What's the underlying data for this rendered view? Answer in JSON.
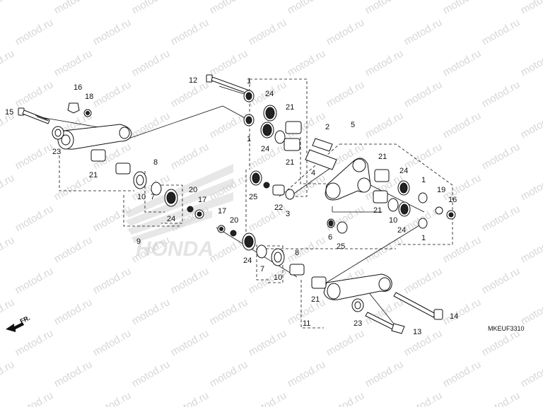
{
  "watermark": "motod.ru",
  "brand_mark": "HONDA",
  "diagram_code": "MKEUF3310",
  "direction_label": "FR.",
  "callouts": [
    "1",
    "2",
    "3",
    "4",
    "5",
    "6",
    "7",
    "8",
    "9",
    "10",
    "11",
    "12",
    "13",
    "14",
    "15",
    "16",
    "17",
    "18",
    "19",
    "20",
    "21",
    "22",
    "23",
    "24",
    "25"
  ],
  "colors": {
    "ink": "#111111",
    "watermark": "#d7d7d7"
  }
}
